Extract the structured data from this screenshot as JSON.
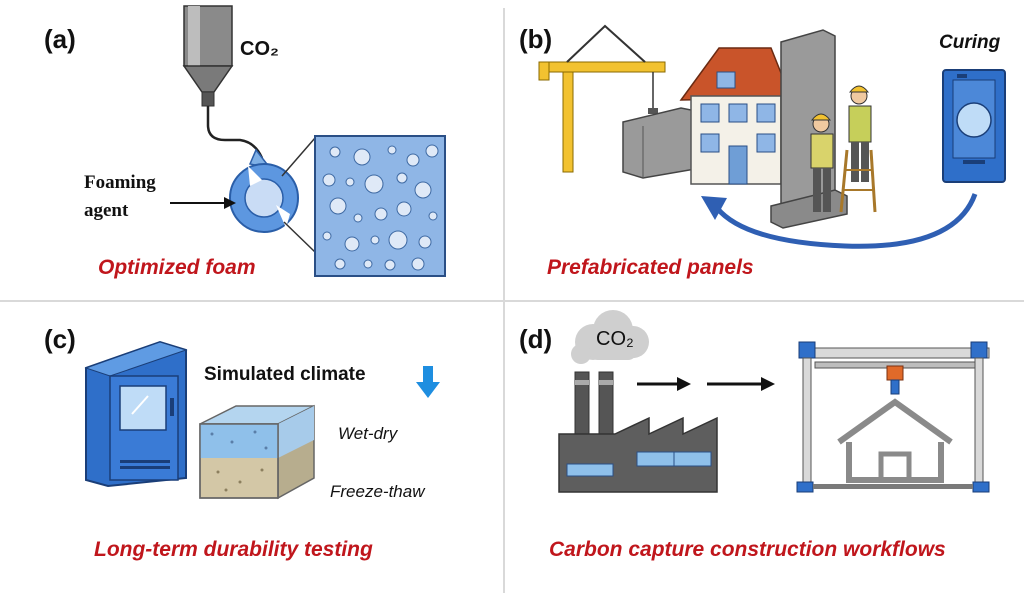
{
  "panel_a": {
    "tag": "(a)",
    "co2": "CO₂",
    "foaming_agent_line1": "Foaming",
    "foaming_agent_line2": "agent",
    "caption": "Optimized foam"
  },
  "panel_b": {
    "tag": "(b)",
    "curing": "Curing",
    "caption": "Prefabricated panels"
  },
  "panel_c": {
    "tag": "(c)",
    "simulated_climate": "Simulated climate",
    "wet_dry": "Wet-dry",
    "freeze_thaw": "Freeze-thaw",
    "caption": "Long-term durability testing"
  },
  "panel_d": {
    "tag": "(d)",
    "co2": "CO₂",
    "caption": "Carbon capture construction workflows"
  },
  "colors": {
    "caption_red": "#c0161c",
    "foam_blue": "#8fb6e6",
    "equipment_blue": "#2f6fc9",
    "crane_yellow": "#f2c230"
  }
}
